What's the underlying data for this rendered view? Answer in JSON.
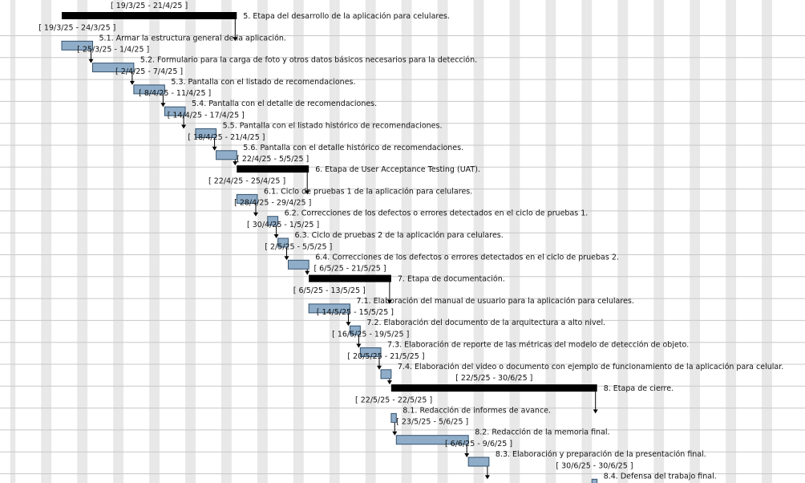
{
  "chart_data": {
    "type": "gantt",
    "colors": {
      "task_bar": "#8fadc8",
      "task_border": "#34526e",
      "summary_bar": "#000000",
      "weekend_stripe": "#e8e8e8",
      "row_line": "#c8c8c8",
      "dependency": "#000000"
    },
    "tasks": [
      {
        "id": "t5",
        "name": "5. Etapa del desarrollo de la aplicación para celulares.",
        "start": "2025-03-19",
        "end": "2025-04-21",
        "dates": "[ 19/3/25 - 21/4/25 ]",
        "summary": true
      },
      {
        "id": "t51",
        "name": "5.1. Armar la estructura general de la aplicación.",
        "start": "2025-03-19",
        "end": "2025-03-24",
        "dates": "[ 19/3/25 - 24/3/25 ]",
        "summary": false
      },
      {
        "id": "t52",
        "name": "5.2. Formulario para la carga de foto y otros datos básicos necesarios para la detección.",
        "start": "2025-03-25",
        "end": "2025-04-01",
        "dates": "[ 25/3/25 - 1/4/25 ]",
        "summary": false
      },
      {
        "id": "t53",
        "name": "5.3. Pantalla con el listado de recomendaciones.",
        "start": "2025-04-02",
        "end": "2025-04-07",
        "dates": "[ 2/4/25 - 7/4/25 ]",
        "summary": false
      },
      {
        "id": "t54",
        "name": "5.4. Pantalla con el detalle de recomendaciones.",
        "start": "2025-04-08",
        "end": "2025-04-11",
        "dates": "[ 8/4/25 - 11/4/25 ]",
        "summary": false
      },
      {
        "id": "t55",
        "name": "5.5. Pantalla con el listado histórico de recomendaciones.",
        "start": "2025-04-14",
        "end": "2025-04-17",
        "dates": "[ 14/4/25 - 17/4/25 ]",
        "summary": false
      },
      {
        "id": "t56",
        "name": "5.6. Pantalla con el detalle histórico de recomendaciones.",
        "start": "2025-04-18",
        "end": "2025-04-21",
        "dates": "[ 18/4/25 - 21/4/25 ]",
        "summary": false
      },
      {
        "id": "t6",
        "name": "6. Etapa de User Acceptance Testing (UAT).",
        "start": "2025-04-22",
        "end": "2025-05-05",
        "dates": "[ 22/4/25 - 5/5/25 ]",
        "summary": true
      },
      {
        "id": "t61",
        "name": "6.1. Ciclo de pruebas 1 de la aplicación para celulares.",
        "start": "2025-04-22",
        "end": "2025-04-25",
        "dates": "[ 22/4/25 - 25/4/25 ]",
        "summary": false
      },
      {
        "id": "t62",
        "name": "6.2. Correcciones de los defectos o errores detectados en el ciclo de pruebas 1.",
        "start": "2025-04-28",
        "end": "2025-04-29",
        "dates": "[ 28/4/25 - 29/4/25 ]",
        "summary": false
      },
      {
        "id": "t63",
        "name": "6.3. Ciclo de pruebas 2 de la aplicación para celulares.",
        "start": "2025-04-30",
        "end": "2025-05-01",
        "dates": "[ 30/4/25 - 1/5/25 ]",
        "summary": false
      },
      {
        "id": "t64",
        "name": "6.4. Correcciones de los defectos o errores detectados en el ciclo de pruebas 2.",
        "start": "2025-05-02",
        "end": "2025-05-05",
        "dates": "[ 2/5/25 - 5/5/25 ]",
        "summary": false
      },
      {
        "id": "t7",
        "name": "7. Etapa de documentación.",
        "start": "2025-05-06",
        "end": "2025-05-21",
        "dates": "[ 6/5/25 - 21/5/25 ]",
        "summary": true
      },
      {
        "id": "t71",
        "name": "7.1. Elaboración del manual de usuario para la aplicación para celulares.",
        "start": "2025-05-06",
        "end": "2025-05-13",
        "dates": "[ 6/5/25 - 13/5/25 ]",
        "summary": false
      },
      {
        "id": "t72",
        "name": "7.2. Elaboración del documento de la arquitectura a alto nivel.",
        "start": "2025-05-14",
        "end": "2025-05-15",
        "dates": "[ 14/5/25 - 15/5/25 ]",
        "summary": false
      },
      {
        "id": "t73",
        "name": "7.3. Elaboración de reporte de las métricas del modelo de detección de objeto.",
        "start": "2025-05-16",
        "end": "2025-05-19",
        "dates": "[ 16/5/25 - 19/5/25 ]",
        "summary": false
      },
      {
        "id": "t74",
        "name": "7.4. Elaboración del video o documento con ejemplo de funcionamiento de la aplicación para celular.",
        "start": "2025-05-20",
        "end": "2025-05-21",
        "dates": "[ 20/5/25 - 21/5/25 ]",
        "summary": false
      },
      {
        "id": "t8",
        "name": "8. Etapa de cierre.",
        "start": "2025-05-22",
        "end": "2025-06-30",
        "dates": "[ 22/5/25 - 30/6/25 ]",
        "summary": true
      },
      {
        "id": "t81",
        "name": "8.1. Redacción de informes de avance.",
        "start": "2025-05-22",
        "end": "2025-05-22",
        "dates": "[ 22/5/25 - 22/5/25 ]",
        "summary": false
      },
      {
        "id": "t82",
        "name": "8.2. Redacción de la memoria final.",
        "start": "2025-05-23",
        "end": "2025-06-05",
        "dates": "[ 23/5/25 - 5/6/25 ]",
        "summary": false
      },
      {
        "id": "t83",
        "name": "8.3. Elaboración y preparación de la presentación final.",
        "start": "2025-06-06",
        "end": "2025-06-09",
        "dates": "[ 6/6/25 - 9/6/25 ]",
        "summary": false
      },
      {
        "id": "t84",
        "name": "8.4. Defensa del trabajo final.",
        "start": "2025-06-30",
        "end": "2025-06-30",
        "dates": "[ 30/6/25 - 30/6/25 ]",
        "summary": false
      }
    ]
  }
}
